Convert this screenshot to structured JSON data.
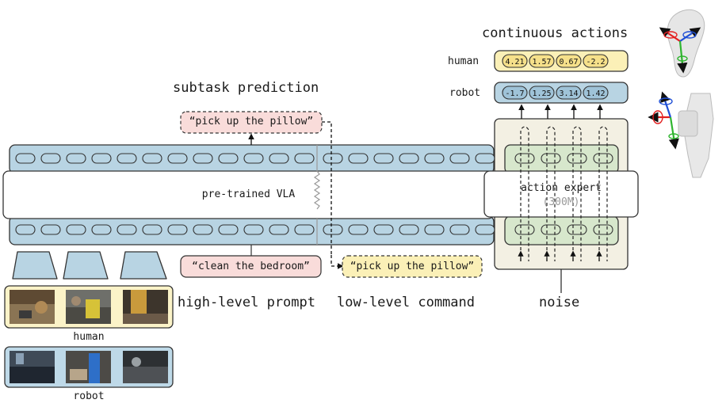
{
  "titles": {
    "continuous_actions": "continuous actions",
    "subtask_prediction": "subtask prediction",
    "high_level_prompt": "high-level prompt",
    "low_level_command": "low-level command",
    "noise": "noise"
  },
  "vla": {
    "label": "pre-trained VLA"
  },
  "action_expert": {
    "label": "action expert",
    "size": "(300M)"
  },
  "prompts": {
    "subtask": "“pick up the pillow”",
    "high_level": "“clean the bedroom”",
    "low_level": "“pick up the pillow”"
  },
  "actions": {
    "human": {
      "label": "human",
      "values": [
        "4.21",
        "1.57",
        "0.67",
        "-2.2"
      ]
    },
    "robot": {
      "label": "robot",
      "values": [
        "-1.7",
        "1.25",
        "3.14",
        "1.42"
      ]
    }
  },
  "image_groups": {
    "human": "human",
    "robot": "robot"
  },
  "colors": {
    "token_blue": "#b8d4e3",
    "green": "#d7e7cc",
    "beige": "#f3f0e3",
    "yellow": "#fbf0b7",
    "pink": "#f9dcda",
    "human_frame": "#fbf3c8",
    "robot_frame": "#bed9e8"
  }
}
